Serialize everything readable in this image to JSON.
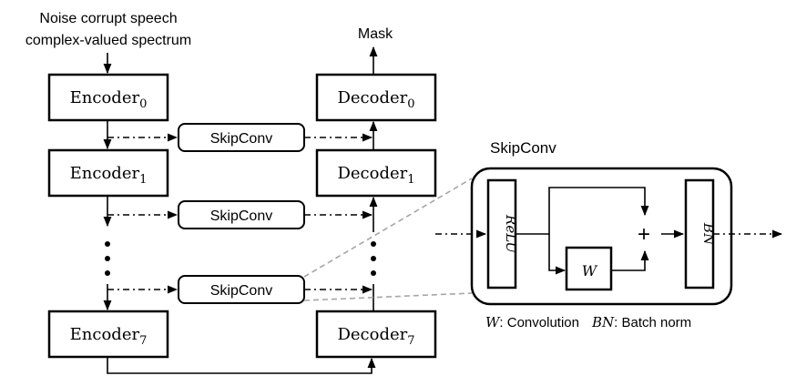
{
  "input_label_line1": "Noise corrupt speech",
  "input_label_line2": "complex-valued spectrum",
  "output_label": "Mask",
  "encoder_word": "Encoder",
  "decoder_word": "Decoder",
  "encoders": [
    {
      "subscript": "0"
    },
    {
      "subscript": "1"
    },
    {
      "subscript": "7"
    }
  ],
  "decoders": [
    {
      "subscript": "0"
    },
    {
      "subscript": "1"
    },
    {
      "subscript": "7"
    }
  ],
  "skip_blocks": [
    "SkipConv",
    "SkipConv",
    "SkipConv"
  ],
  "detail": {
    "title": "SkipConv",
    "relu_label": "ReLU",
    "conv_label": "W",
    "plus_symbol": "+",
    "bn_label": "BN"
  },
  "legend": {
    "w_symbol": "W",
    "w_text": ": Convolution",
    "bn_symbol": "BN",
    "bn_text": ": Batch norm"
  },
  "colors": {
    "stroke": "#000000",
    "callout": "#a6a6a6"
  }
}
